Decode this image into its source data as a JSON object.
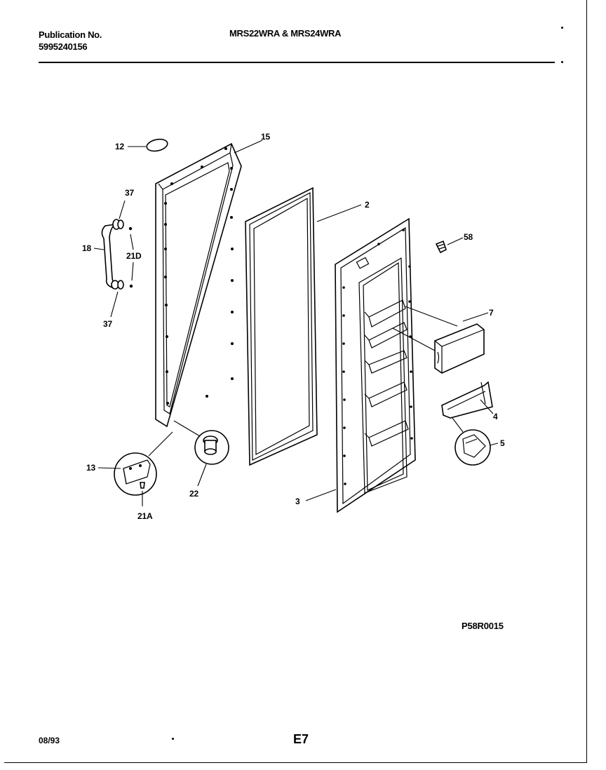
{
  "header": {
    "publication_label": "Publication No.",
    "publication_number": "5995240156",
    "models": "MRS22WRA & MRS24WRA"
  },
  "diagram": {
    "callouts": {
      "c12": "12",
      "c15": "15",
      "c2": "2",
      "c37a": "37",
      "c18": "18",
      "c21d": "21D",
      "c37b": "37",
      "c58": "58",
      "c7": "7",
      "c4": "4",
      "c5": "5",
      "c13": "13",
      "c22": "22",
      "c21a": "21A",
      "c3": "3"
    },
    "drawing_code": "P58R0015"
  },
  "footer": {
    "date": "08/93",
    "page": "E7"
  }
}
